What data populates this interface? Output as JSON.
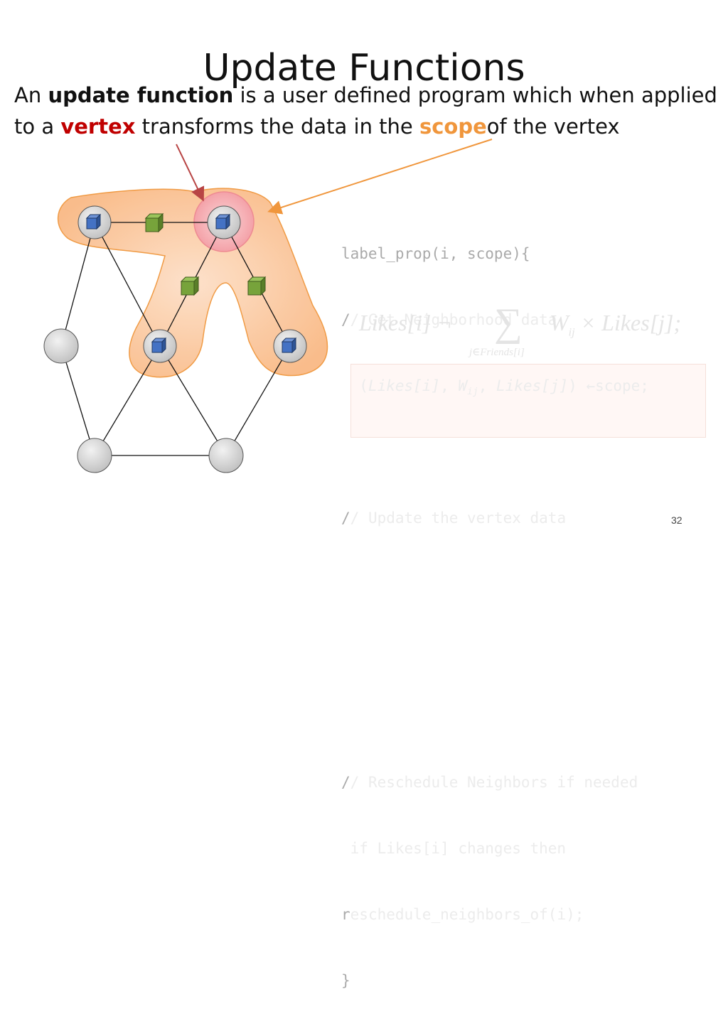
{
  "slide": {
    "title": "Update Functions",
    "page_number": "32"
  },
  "description": {
    "part1": "An ",
    "bold1": "update function",
    "part2": " is a user defined program which when applied to a ",
    "vertex_word": "vertex",
    "part3": " transforms the data in the ",
    "scope_word": "scope",
    "part4": "of the vertex"
  },
  "code": {
    "line1": "label_prop(i, scope){",
    "line2_slash": "/",
    "line2_rest": "/ Get Neighborhood data",
    "line3_open": "  (",
    "line3_likes_i": "Likes[i]",
    "line3_comma1": ", ",
    "line3_wij": "W",
    "line3_wij_sub": "ij",
    "line3_comma2": ", ",
    "line3_likes_j": "Likes[j]",
    "line3_close": ") ",
    "line3_arrow": "←scope;",
    "line4": " ",
    "line5_slash": "/",
    "line5_rest": "/ Update the vertex data",
    "line9_slash": "/",
    "line9_rest": "/ Reschedule Neighbors if needed",
    "line10": " if Likes[i] changes then",
    "line11_r": "r",
    "line11_rest": "eschedule_neighbors_of(i);",
    "line12": "}"
  },
  "formula": {
    "lhs": "Likes[i] ¬",
    "sum": "∑",
    "rhs": "W",
    "rhs_sub": "ij",
    "rhs_rest": " × Likes[j];",
    "sum_sub": "j∈Friends[i]"
  },
  "colors": {
    "scope_fill": "#fbc79e",
    "scope_stroke": "#f0963c",
    "vertex_highlight": "#f7b3b8",
    "vertex_arrow": "#b84444",
    "blue_cube": "#4472c4",
    "green_cube": "#77a33b",
    "gray_node": "#d9d9d9"
  }
}
